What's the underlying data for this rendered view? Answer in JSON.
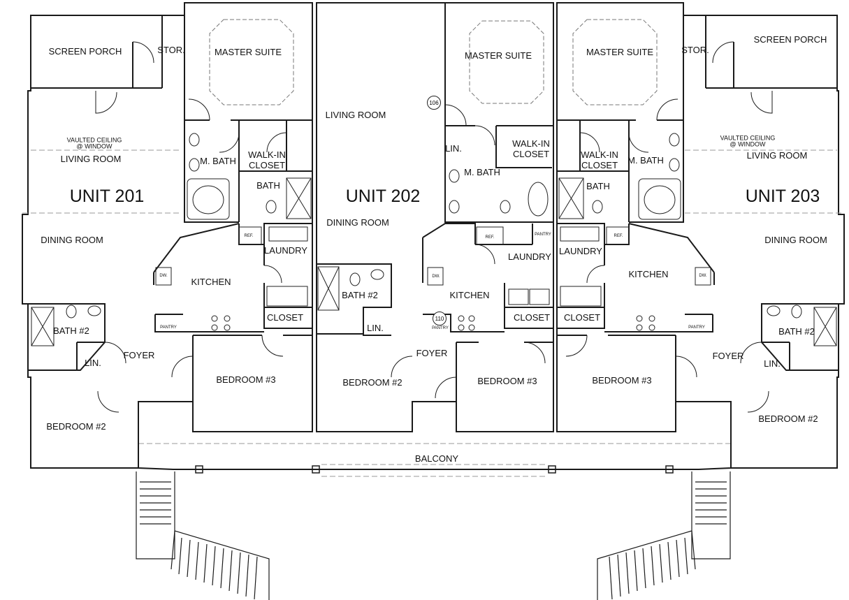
{
  "units": {
    "u201": "UNIT 201",
    "u202": "UNIT 202",
    "u203": "UNIT 203"
  },
  "rooms": {
    "screen_porch_l": "SCREEN PORCH",
    "stor_l": "STOR.",
    "master_suite_1": "MASTER SUITE",
    "living_room_201": "LIVING ROOM",
    "vaulted_l": "VAULTED CEILING",
    "window_l": "@ WINDOW",
    "m_bath_1": "M. BATH",
    "walkin_1_a": "WALK-IN",
    "walkin_1_b": "CLOSET",
    "bath_1": "BATH",
    "dining_201": "DINING ROOM",
    "ref_1": "REF.",
    "laundry_1": "LAUNDRY",
    "dw_1": "DW.",
    "kitchen_201": "KITCHEN",
    "closet_201": "CLOSET",
    "pantry_1": "PANTRY",
    "bath2_201": "BATH #2",
    "lin_201": "LIN.",
    "foyer_201": "FOYER",
    "bedroom3_201": "BEDROOM #3",
    "bedroom2_201": "BEDROOM #2",
    "living_room_202": "LIVING ROOM",
    "dining_202": "DINING ROOM",
    "bath2_202": "BATH #2",
    "lin_202": "LIN.",
    "bedroom2_202": "BEDROOM #2",
    "foyer_202": "FOYER",
    "master_suite_2": "MASTER SUITE",
    "lin_202b": "LIN.",
    "m_bath_2": "M. BATH",
    "walkin_2_a": "WALK-IN",
    "walkin_2_b": "CLOSET",
    "ref_2": "REF.",
    "pantry_2": "PANTRY",
    "laundry_2": "LAUNDRY",
    "dw_2": "DW.",
    "kitchen_202": "KITCHEN",
    "pantry_3": "PANTRY",
    "closet_202": "CLOSET",
    "bedroom3_202": "BEDROOM #3",
    "master_suite_3": "MASTER SUITE",
    "stor_r": "STOR.",
    "screen_porch_r": "SCREEN PORCH",
    "walkin_3_a": "WALK-IN",
    "walkin_3_b": "CLOSET",
    "m_bath_3": "M. BATH",
    "bath_3": "BATH",
    "vaulted_r": "VAULTED CEILING",
    "window_r": "@ WINDOW",
    "living_room_203": "LIVING ROOM",
    "laundry_3": "LAUNDRY",
    "ref_3": "REF.",
    "kitchen_203": "KITCHEN",
    "dining_203": "DINING ROOM",
    "dw_3": "DW.",
    "closet_203a": "CLOSET",
    "pantry_4": "PANTRY",
    "bath2_203": "BATH #2",
    "lin_203": "LIN.",
    "foyer_203": "FOYER",
    "bedroom3_203": "BEDROOM #3",
    "bedroom2_203": "BEDROOM #2",
    "balcony": "BALCONY"
  },
  "tags": {
    "t106": "106",
    "t110": "110"
  }
}
